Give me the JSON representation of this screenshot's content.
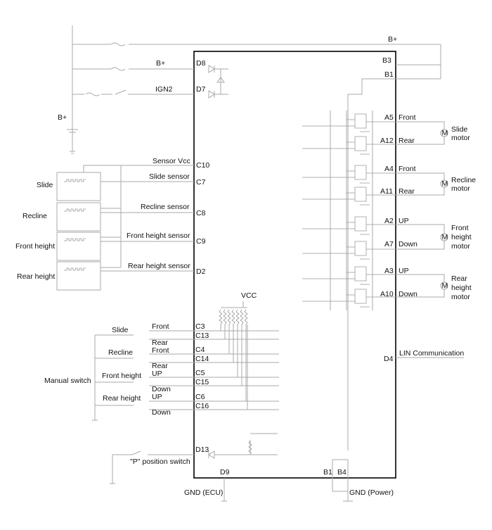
{
  "supply": {
    "b_plus_top": "B+",
    "b_plus_d8": "B+",
    "ign2": "IGN2",
    "battery": "B+"
  },
  "ecu_pins_left": [
    {
      "pin": "D8"
    },
    {
      "pin": "D7"
    },
    {
      "pin": "C10",
      "label": "Sensor Vcc"
    },
    {
      "pin": "C7",
      "label": "Slide sensor"
    },
    {
      "pin": "C8",
      "label": "Recline sensor"
    },
    {
      "pin": "C9",
      "label": "Front height sensor"
    },
    {
      "pin": "D2",
      "label": "Rear height sensor"
    }
  ],
  "sensors": [
    "Slide",
    "Recline",
    "Front height",
    "Rear height"
  ],
  "ecu_pins_right": [
    {
      "pin": "B3"
    },
    {
      "pin": "B1"
    },
    {
      "pin": "A5",
      "label": "Front"
    },
    {
      "pin": "A12",
      "label": "Rear"
    },
    {
      "pin": "A4",
      "label": "Front"
    },
    {
      "pin": "A11",
      "label": "Rear"
    },
    {
      "pin": "A2",
      "label": "UP"
    },
    {
      "pin": "A7",
      "label": "Down"
    },
    {
      "pin": "A3",
      "label": "UP"
    },
    {
      "pin": "A10",
      "label": "Down"
    },
    {
      "pin": "D4",
      "label": "LIN Communication"
    }
  ],
  "motors": [
    {
      "name": "Slide motor",
      "l1": "Slide",
      "l2": "motor"
    },
    {
      "name": "Recline motor",
      "l1": "Recline",
      "l2": "motor"
    },
    {
      "name": "Front height motor",
      "l1": "Front",
      "l2": "height",
      "l3": "motor"
    },
    {
      "name": "Rear height motor",
      "l1": "Rear",
      "l2": "height",
      "l3": "motor"
    }
  ],
  "motor_symbol": "M",
  "vcc": "VCC",
  "manual_switch": {
    "label": "Manual switch",
    "groups": [
      {
        "name": "Slide",
        "a": "Front",
        "b": "Rear",
        "pin_a": "C3",
        "pin_b": "C13"
      },
      {
        "name": "Recline",
        "a": "Front",
        "b": "Rear",
        "pin_a": "C4",
        "pin_b": "C14"
      },
      {
        "name": "Front height",
        "a": "UP",
        "b": "Down",
        "pin_a": "C5",
        "pin_b": "C15"
      },
      {
        "name": "Rear height",
        "a": "UP",
        "b": "Down",
        "pin_a": "C6",
        "pin_b": "C16"
      }
    ]
  },
  "p_switch": {
    "label": "\"P\" position switch",
    "pin": "D13"
  },
  "ground": {
    "ecu_pin": "D9",
    "ecu_label": "GND (ECU)",
    "power_pins": [
      "B1",
      "B4"
    ],
    "power_label": "GND (Power)"
  }
}
